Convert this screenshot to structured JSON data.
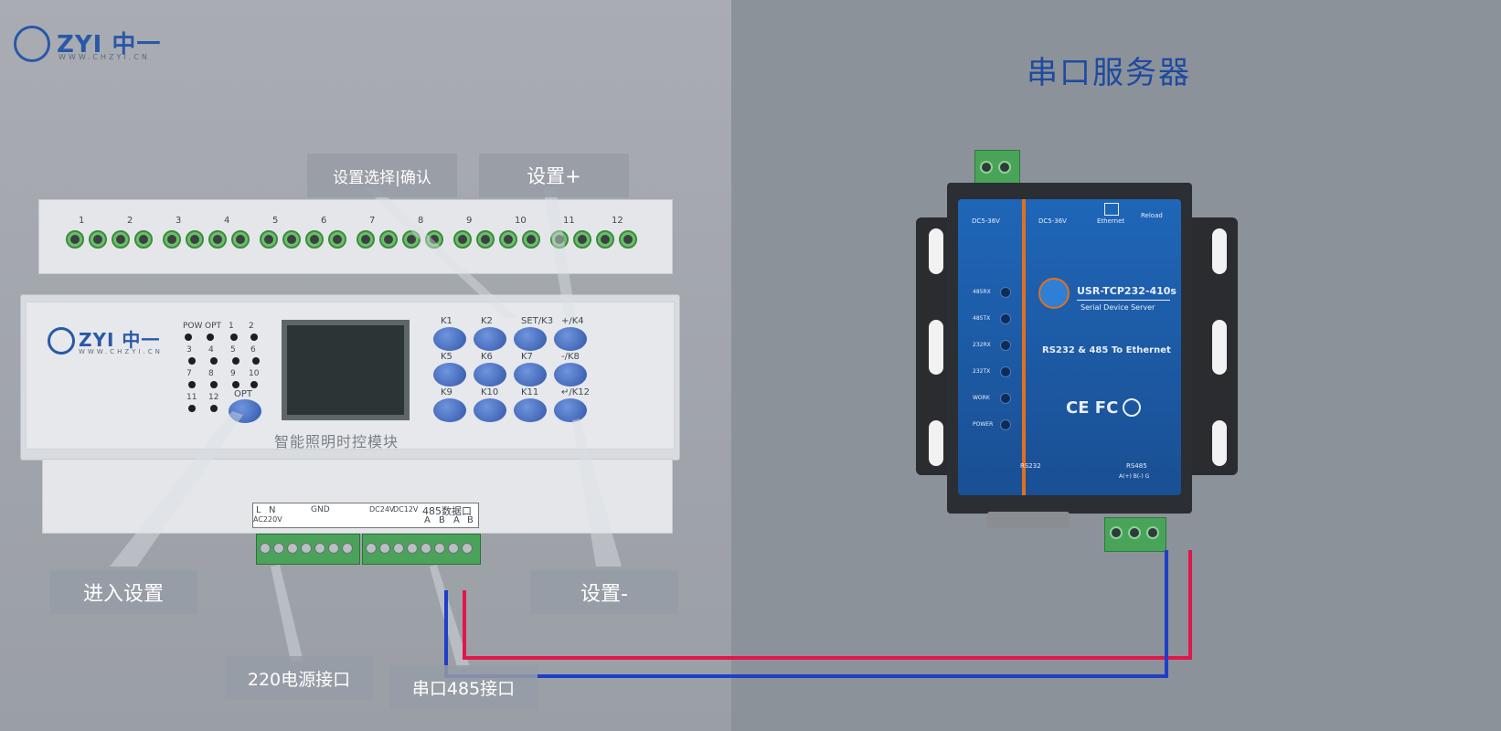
{
  "logo": {
    "brand": "ZYI 中一",
    "url": "WWW.CHZYI.CN"
  },
  "module": {
    "caption": "智能照明时控模块",
    "led_labels": [
      "POW",
      "OPT",
      "1",
      "2",
      "3",
      "4",
      "5",
      "6",
      "7",
      "8",
      "9",
      "10",
      "11",
      "12"
    ],
    "opt_button": "OPT",
    "keys": [
      "K1",
      "K2",
      "SET/K3",
      "+/K4",
      "K5",
      "K6",
      "K7",
      "-/K8",
      "K9",
      "K10",
      "K11",
      "↵/K12"
    ],
    "channel_labels": [
      "1",
      "2",
      "3",
      "4",
      "5",
      "6",
      "7",
      "8",
      "9",
      "10",
      "11",
      "12"
    ],
    "bottom_terminal_labels": [
      "L",
      "N",
      "AC220V",
      "GND",
      "DC24V",
      "DC12V",
      "485数据口",
      "A",
      "B",
      "A",
      "B"
    ]
  },
  "callouts": {
    "set_select_confirm": "设置选择|确认",
    "set_plus": "设置+",
    "enter_settings": "进入设置",
    "set_minus": "设置-",
    "power_220": "220电源接口",
    "serial_485": "串口485接口"
  },
  "right_title": "串口服务器",
  "device": {
    "model": "USR-TCP232-410s",
    "subtitle": "Serial Device Server",
    "tagline": "RS232 & 485 To Ethernet",
    "certs": "CE FC",
    "led_labels": [
      "485RX",
      "485TX",
      "232RX",
      "232TX",
      "WORK",
      "POWER"
    ],
    "rs232": "RS232",
    "rs485": "RS485",
    "rs485_pins": "A(+) B(-) G",
    "top_labels": [
      "DC5-36V",
      "DC5-36V",
      "Ethernet",
      "Reload"
    ]
  },
  "colors": {
    "wire_red": "#e0174a",
    "wire_blue": "#1f3fc8",
    "title_blue": "#1e4aa0"
  }
}
